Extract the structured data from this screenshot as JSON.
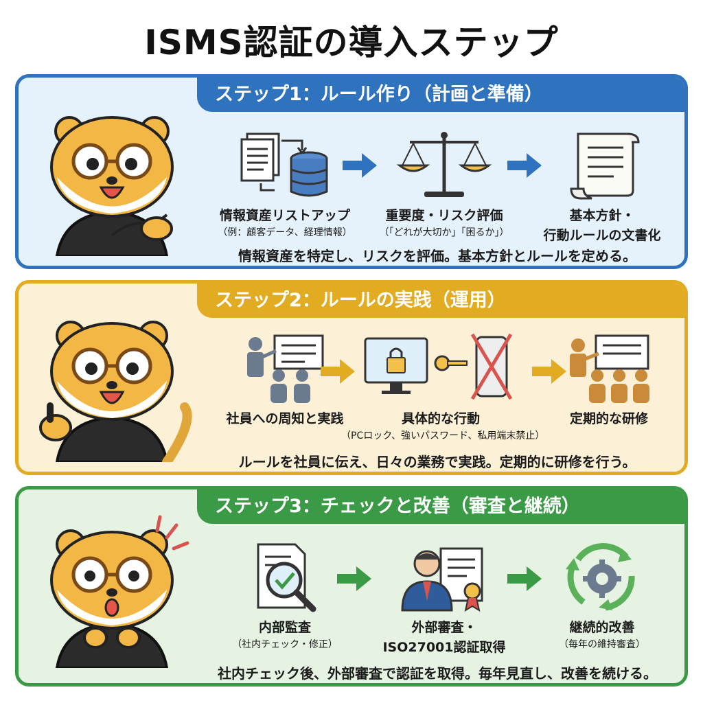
{
  "title": "ISMS認証の導入ステップ",
  "colors": {
    "step1": "#2f72bd",
    "step2": "#e2ac22",
    "step3": "#3a9a45"
  },
  "steps": [
    {
      "heading": "ステップ1：ルール作り（計画と準備）",
      "mascot_icon": "otter-pointing-icon",
      "items": [
        {
          "icon": "document-database-icon",
          "label": "情報資産リストアップ",
          "sub": "（例：顧客データ、経理情報）"
        },
        {
          "icon": "scales-icon",
          "label": "重要度・リスク評価",
          "sub": "（「どれが大切か」「困るか」）"
        },
        {
          "icon": "scroll-icon",
          "label": "基本方針・",
          "sub": "行動ルールの文書化"
        }
      ],
      "summary": "情報資産を特定し、リスクを評価。基本方針とルールを定める。"
    },
    {
      "heading": "ステップ2：ルールの実践（運用）",
      "mascot_icon": "otter-thumbs-up-icon",
      "items": [
        {
          "icon": "presentation-icon",
          "label": "社員への周知と実践",
          "sub": ""
        },
        {
          "icon": "lock-key-phone-icon",
          "label": "具体的な行動",
          "sub": "（PCロック、強いパスワード、私用端末禁止）"
        },
        {
          "icon": "training-icon",
          "label": "定期的な研修",
          "sub": ""
        }
      ],
      "summary": "ルールを社員に伝え、日々の業務で実践。定期的に研修を行う。"
    },
    {
      "heading": "ステップ3：チェックと改善（審査と継続）",
      "mascot_icon": "otter-surprised-icon",
      "items": [
        {
          "icon": "audit-magnifier-icon",
          "label": "内部監査",
          "sub": "（社内チェック・修正）"
        },
        {
          "icon": "auditor-certificate-icon",
          "label": "外部審査・",
          "sub": "ISO27001認証取得"
        },
        {
          "icon": "cycle-gear-icon",
          "label": "継続的改善",
          "sub": "（毎年の維持審査）"
        }
      ],
      "summary": "社内チェック後、外部審査で認証を取得。毎年見直し、改善を続ける。"
    }
  ]
}
